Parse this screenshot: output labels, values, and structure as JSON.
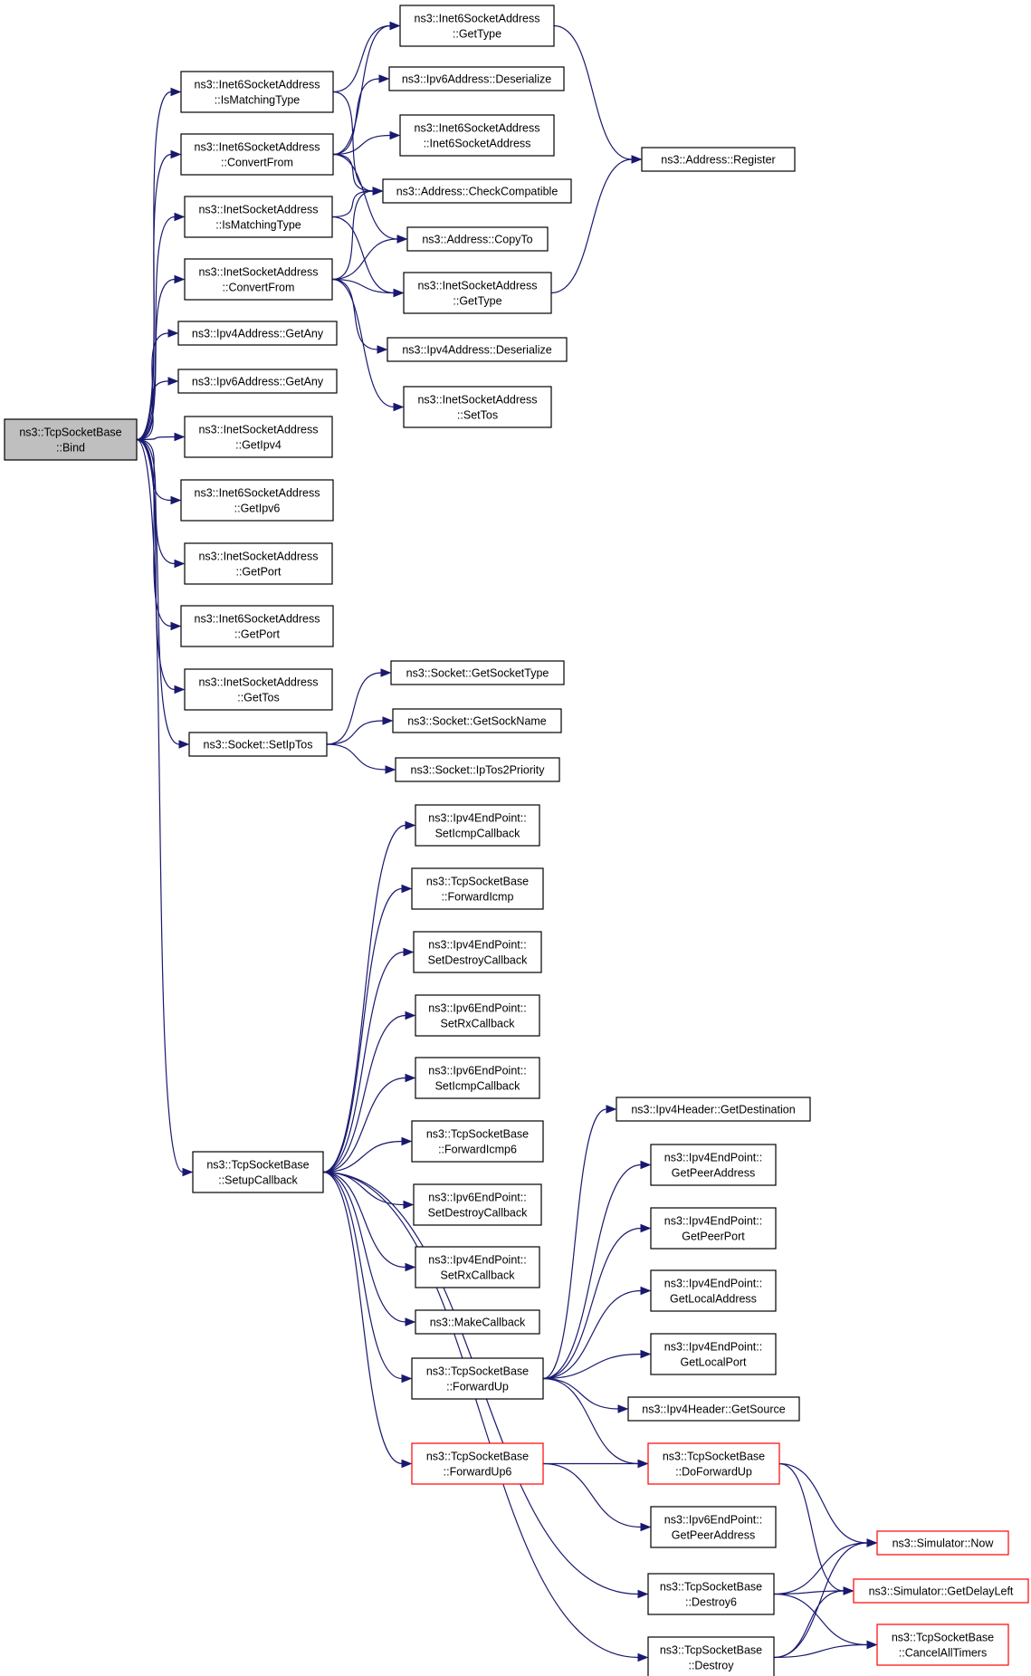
{
  "colors": {
    "edge": "#191970",
    "border": "#000000",
    "root_fill": "#bfbfbf",
    "incomplete_border": "#ff0000"
  },
  "nodes": {
    "bind": [
      "ns3::TcpSocketBase",
      "::Bind"
    ],
    "i6_ismatch": [
      "ns3::Inet6SocketAddress",
      "::IsMatchingType"
    ],
    "i6_convert": [
      "ns3::Inet6SocketAddress",
      "::ConvertFrom"
    ],
    "i4_ismatch": [
      "ns3::InetSocketAddress",
      "::IsMatchingType"
    ],
    "i4_convert": [
      "ns3::InetSocketAddress",
      "::ConvertFrom"
    ],
    "ipv4_getany": [
      "ns3::Ipv4Address::GetAny"
    ],
    "ipv6_getany": [
      "ns3::Ipv6Address::GetAny"
    ],
    "i4_getipv4": [
      "ns3::InetSocketAddress",
      "::GetIpv4"
    ],
    "i6_getipv6": [
      "ns3::Inet6SocketAddress",
      "::GetIpv6"
    ],
    "i4_getport": [
      "ns3::InetSocketAddress",
      "::GetPort"
    ],
    "i6_getport": [
      "ns3::Inet6SocketAddress",
      "::GetPort"
    ],
    "i4_gettos": [
      "ns3::InetSocketAddress",
      "::GetTos"
    ],
    "setiptos": [
      "ns3::Socket::SetIpTos"
    ],
    "setupcallback": [
      "ns3::TcpSocketBase",
      "::SetupCallback"
    ],
    "i6_gettype": [
      "ns3::Inet6SocketAddress",
      "::GetType"
    ],
    "ipv6_deser": [
      "ns3::Ipv6Address::Deserialize"
    ],
    "i6_ctor": [
      "ns3::Inet6SocketAddress",
      "::Inet6SocketAddress"
    ],
    "checkcompat": [
      "ns3::Address::CheckCompatible"
    ],
    "copyto": [
      "ns3::Address::CopyTo"
    ],
    "i4_gettype": [
      "ns3::InetSocketAddress",
      "::GetType"
    ],
    "ipv4_deser": [
      "ns3::Ipv4Address::Deserialize"
    ],
    "i4_settos": [
      "ns3::InetSocketAddress",
      "::SetTos"
    ],
    "register": [
      "ns3::Address::Register"
    ],
    "getsockettype": [
      "ns3::Socket::GetSocketType"
    ],
    "getsockname": [
      "ns3::Socket::GetSockName"
    ],
    "iptos2prio": [
      "ns3::Socket::IpTos2Priority"
    ],
    "ep4_seticmp": [
      "ns3::Ipv4EndPoint::",
      "SetIcmpCallback"
    ],
    "fwdicmp": [
      "ns3::TcpSocketBase",
      "::ForwardIcmp"
    ],
    "ep4_setdestroy": [
      "ns3::Ipv4EndPoint::",
      "SetDestroyCallback"
    ],
    "ep6_setrx": [
      "ns3::Ipv6EndPoint::",
      "SetRxCallback"
    ],
    "ep6_seticmp": [
      "ns3::Ipv6EndPoint::",
      "SetIcmpCallback"
    ],
    "fwdicmp6": [
      "ns3::TcpSocketBase",
      "::ForwardIcmp6"
    ],
    "ep6_setdestroy": [
      "ns3::Ipv6EndPoint::",
      "SetDestroyCallback"
    ],
    "ep4_setrx": [
      "ns3::Ipv4EndPoint::",
      "SetRxCallback"
    ],
    "makecallback": [
      "ns3::MakeCallback"
    ],
    "fwdup": [
      "ns3::TcpSocketBase",
      "::ForwardUp"
    ],
    "fwdup6": [
      "ns3::TcpSocketBase",
      "::ForwardUp6"
    ],
    "destroy6": [
      "ns3::TcpSocketBase",
      "::Destroy6"
    ],
    "destroy": [
      "ns3::TcpSocketBase",
      "::Destroy"
    ],
    "ipv4h_getdest": [
      "ns3::Ipv4Header::GetDestination"
    ],
    "ep4_getpeeraddr": [
      "ns3::Ipv4EndPoint::",
      "GetPeerAddress"
    ],
    "ep4_getpeerport": [
      "ns3::Ipv4EndPoint::",
      "GetPeerPort"
    ],
    "ep4_getlocaladdr": [
      "ns3::Ipv4EndPoint::",
      "GetLocalAddress"
    ],
    "ep4_getlocalport": [
      "ns3::Ipv4EndPoint::",
      "GetLocalPort"
    ],
    "ipv4h_getsrc": [
      "ns3::Ipv4Header::GetSource"
    ],
    "doforwardup": [
      "ns3::TcpSocketBase",
      "::DoForwardUp"
    ],
    "ep6_getpeeraddr": [
      "ns3::Ipv6EndPoint::",
      "GetPeerAddress"
    ],
    "sim_now": [
      "ns3::Simulator::Now"
    ],
    "sim_getdelayleft": [
      "ns3::Simulator::GetDelayLeft"
    ],
    "cancelalltimers": [
      "ns3::TcpSocketBase",
      "::CancelAllTimers"
    ]
  },
  "edges": [
    [
      "bind",
      "i6_ismatch"
    ],
    [
      "bind",
      "i6_convert"
    ],
    [
      "bind",
      "i4_ismatch"
    ],
    [
      "bind",
      "i4_convert"
    ],
    [
      "bind",
      "ipv4_getany"
    ],
    [
      "bind",
      "ipv6_getany"
    ],
    [
      "bind",
      "i4_getipv4"
    ],
    [
      "bind",
      "i6_getipv6"
    ],
    [
      "bind",
      "i4_getport"
    ],
    [
      "bind",
      "i6_getport"
    ],
    [
      "bind",
      "i4_gettos"
    ],
    [
      "bind",
      "setiptos"
    ],
    [
      "bind",
      "setupcallback"
    ],
    [
      "i6_ismatch",
      "i6_gettype"
    ],
    [
      "i6_ismatch",
      "checkcompat"
    ],
    [
      "i6_convert",
      "i6_gettype"
    ],
    [
      "i6_convert",
      "ipv6_deser"
    ],
    [
      "i6_convert",
      "i6_ctor"
    ],
    [
      "i6_convert",
      "checkcompat"
    ],
    [
      "i6_convert",
      "copyto"
    ],
    [
      "i4_ismatch",
      "checkcompat"
    ],
    [
      "i4_ismatch",
      "i4_gettype"
    ],
    [
      "i4_convert",
      "checkcompat"
    ],
    [
      "i4_convert",
      "copyto"
    ],
    [
      "i4_convert",
      "i4_gettype"
    ],
    [
      "i4_convert",
      "ipv4_deser"
    ],
    [
      "i4_convert",
      "i4_settos"
    ],
    [
      "i6_gettype",
      "register"
    ],
    [
      "i4_gettype",
      "register"
    ],
    [
      "setiptos",
      "getsockettype"
    ],
    [
      "setiptos",
      "getsockname"
    ],
    [
      "setiptos",
      "iptos2prio"
    ],
    [
      "setupcallback",
      "ep4_seticmp"
    ],
    [
      "setupcallback",
      "fwdicmp"
    ],
    [
      "setupcallback",
      "ep4_setdestroy"
    ],
    [
      "setupcallback",
      "ep6_setrx"
    ],
    [
      "setupcallback",
      "ep6_seticmp"
    ],
    [
      "setupcallback",
      "fwdicmp6"
    ],
    [
      "setupcallback",
      "ep6_setdestroy"
    ],
    [
      "setupcallback",
      "ep4_setrx"
    ],
    [
      "setupcallback",
      "makecallback"
    ],
    [
      "setupcallback",
      "fwdup"
    ],
    [
      "setupcallback",
      "fwdup6"
    ],
    [
      "setupcallback",
      "destroy6"
    ],
    [
      "setupcallback",
      "destroy"
    ],
    [
      "fwdup",
      "ipv4h_getdest"
    ],
    [
      "fwdup",
      "ep4_getpeeraddr"
    ],
    [
      "fwdup",
      "ep4_getpeerport"
    ],
    [
      "fwdup",
      "ep4_getlocaladdr"
    ],
    [
      "fwdup",
      "ep4_getlocalport"
    ],
    [
      "fwdup",
      "ipv4h_getsrc"
    ],
    [
      "fwdup",
      "doforwardup"
    ],
    [
      "fwdup6",
      "doforwardup"
    ],
    [
      "fwdup6",
      "ep6_getpeeraddr"
    ],
    [
      "doforwardup",
      "sim_now"
    ],
    [
      "doforwardup",
      "sim_getdelayleft"
    ],
    [
      "destroy6",
      "sim_now"
    ],
    [
      "destroy6",
      "sim_getdelayleft"
    ],
    [
      "destroy6",
      "cancelalltimers"
    ],
    [
      "destroy",
      "sim_now"
    ],
    [
      "destroy",
      "sim_getdelayleft"
    ],
    [
      "destroy",
      "cancelalltimers"
    ]
  ]
}
